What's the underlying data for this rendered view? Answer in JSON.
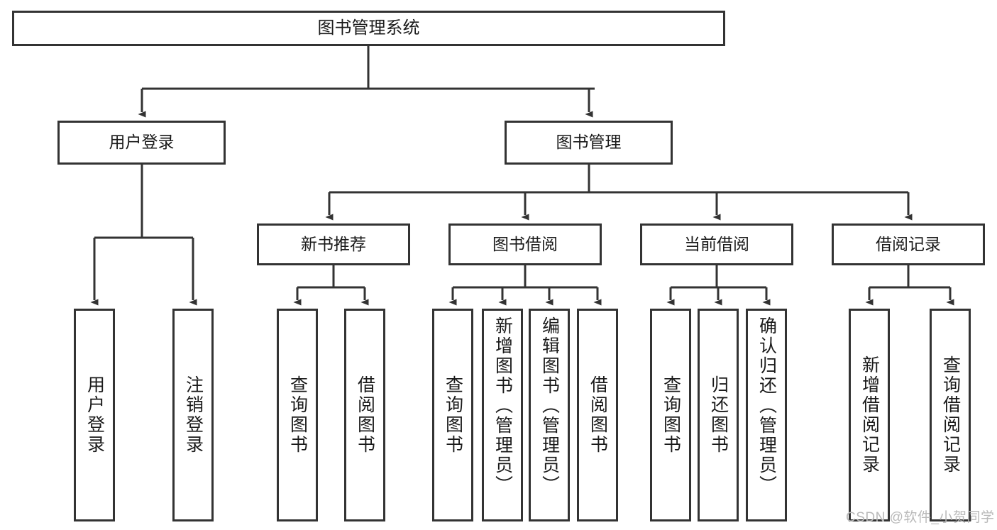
{
  "diagram": {
    "title": "图书管理系统",
    "type": "tree-hierarchy",
    "orientation": "top-down",
    "line_color": "#333333",
    "box_fill": "#ffffff",
    "text_color": "#1a1a1a",
    "levels": [
      {
        "level": 1,
        "nodes": [
          {
            "id": "root",
            "label": "图书管理系统",
            "orientation": "horizontal"
          }
        ]
      },
      {
        "level": 2,
        "nodes": [
          {
            "id": "user-login",
            "label": "用户登录",
            "orientation": "horizontal",
            "parent": "root"
          },
          {
            "id": "book-mgmt",
            "label": "图书管理",
            "orientation": "horizontal",
            "parent": "root"
          }
        ]
      },
      {
        "level": 3,
        "nodes": [
          {
            "id": "new-book-rec",
            "label": "新书推荐",
            "orientation": "horizontal",
            "parent": "book-mgmt"
          },
          {
            "id": "book-borrow",
            "label": "图书借阅",
            "orientation": "horizontal",
            "parent": "book-mgmt"
          },
          {
            "id": "current-borrow",
            "label": "当前借阅",
            "orientation": "horizontal",
            "parent": "book-mgmt"
          },
          {
            "id": "borrow-record",
            "label": "借阅记录",
            "orientation": "horizontal",
            "parent": "book-mgmt"
          }
        ]
      },
      {
        "level": 4,
        "nodes": [
          {
            "id": "leaf-user-login",
            "label": "用户登录",
            "orientation": "vertical",
            "parent": "user-login"
          },
          {
            "id": "leaf-logout",
            "label": "注销登录",
            "orientation": "vertical",
            "parent": "user-login"
          },
          {
            "id": "leaf-query-book-1",
            "label": "查询图书",
            "orientation": "vertical",
            "parent": "new-book-rec"
          },
          {
            "id": "leaf-borrow-book-1",
            "label": "借阅图书",
            "orientation": "vertical",
            "parent": "new-book-rec"
          },
          {
            "id": "leaf-query-book-2",
            "label": "查询图书",
            "orientation": "vertical",
            "parent": "book-borrow"
          },
          {
            "id": "leaf-add-book",
            "label": "新增图书（管理员）",
            "orientation": "vertical",
            "parent": "book-borrow"
          },
          {
            "id": "leaf-edit-book",
            "label": "编辑图书（管理员）",
            "orientation": "vertical",
            "parent": "book-borrow"
          },
          {
            "id": "leaf-borrow-book-2",
            "label": "借阅图书",
            "orientation": "vertical",
            "parent": "book-borrow"
          },
          {
            "id": "leaf-query-book-3",
            "label": "查询图书",
            "orientation": "vertical",
            "parent": "current-borrow"
          },
          {
            "id": "leaf-return-book",
            "label": "归还图书",
            "orientation": "vertical",
            "parent": "current-borrow"
          },
          {
            "id": "leaf-confirm-return",
            "label": "确认归还（管理员）",
            "orientation": "vertical",
            "parent": "current-borrow"
          },
          {
            "id": "leaf-add-record",
            "label": "新增借阅记录",
            "orientation": "vertical",
            "parent": "borrow-record"
          },
          {
            "id": "leaf-query-record",
            "label": "查询借阅记录",
            "orientation": "vertical",
            "parent": "borrow-record"
          }
        ]
      }
    ]
  },
  "watermark": {
    "text": "CSDN @软件_小贺同学"
  }
}
